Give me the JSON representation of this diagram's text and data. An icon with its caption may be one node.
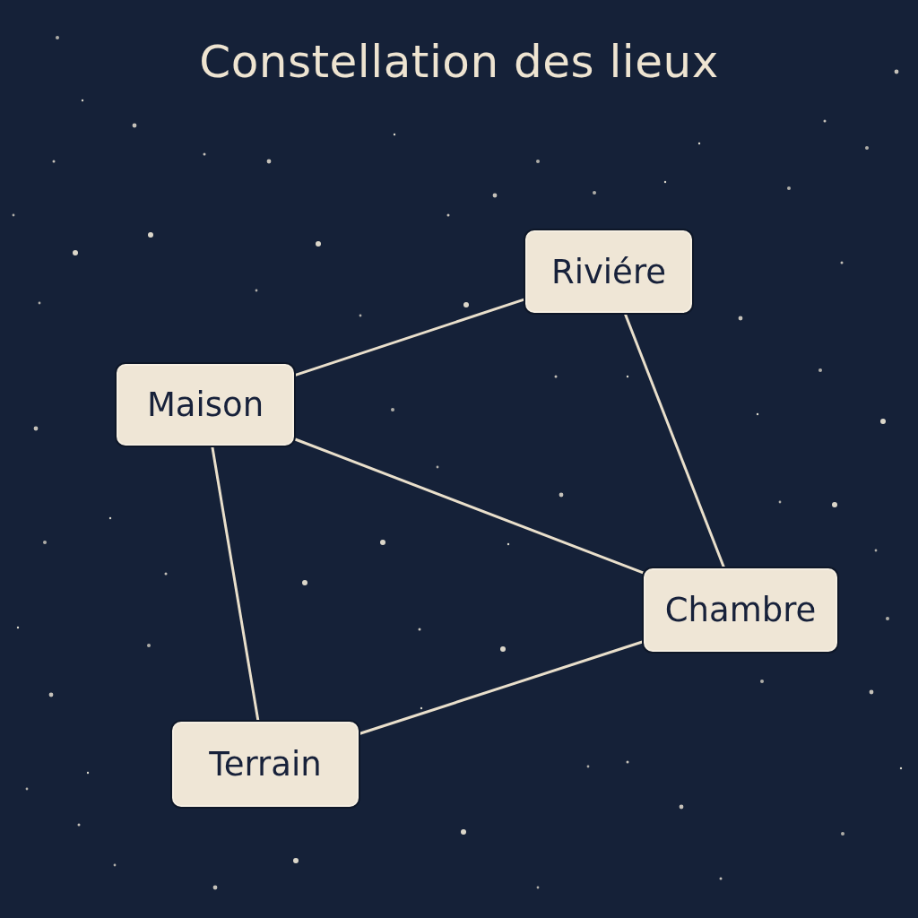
{
  "diagram": {
    "title": "Constellation des lieux",
    "nodes": [
      {
        "text": [
          "Riviére"
        ]
      },
      {
        "text": [
          "Maison"
        ]
      },
      {
        "text": [
          "Chambre"
        ]
      },
      {
        "text": [
          "Terrain"
        ]
      }
    ],
    "edges": [
      {
        "from": 1,
        "to": 0,
        "arrow": "none"
      },
      {
        "from": 0,
        "to": 2,
        "arrow": "none"
      },
      {
        "from": 1,
        "to": 2,
        "arrow": "none"
      },
      {
        "from": 1,
        "to": 3,
        "arrow": "none"
      },
      {
        "from": 3,
        "to": 2,
        "arrow": "none"
      }
    ]
  }
}
